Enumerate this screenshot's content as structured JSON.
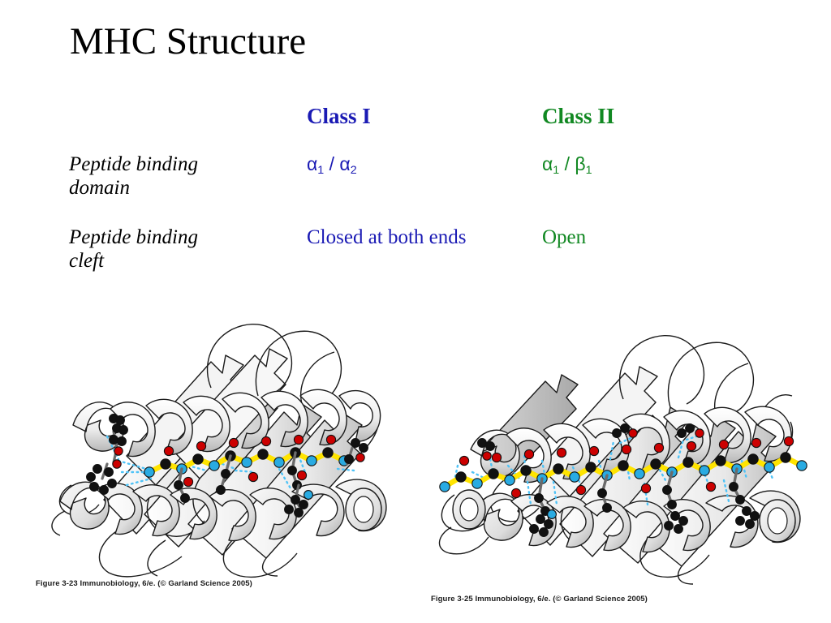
{
  "slide": {
    "title": "MHC Structure",
    "background_color": "#ffffff"
  },
  "palette": {
    "class_i_color": "#1a1ab4",
    "class_ii_color": "#118822",
    "label_color": "#000000",
    "ribbon_fill": "#f2f2f2",
    "ribbon_shade": "#c9c9c9",
    "ribbon_stroke": "#1a1a1a",
    "peptide_bond": "#ffe400",
    "atom_carbon": "#111111",
    "atom_oxygen": "#cc0000",
    "atom_nitrogen": "#29abe2",
    "hydrogen_bond": "#4fc3f7"
  },
  "table": {
    "columns": [
      {
        "key": "label",
        "header": ""
      },
      {
        "key": "class_i",
        "header": "Class I"
      },
      {
        "key": "class_ii",
        "header": "Class II"
      }
    ],
    "headers": {
      "class_i": "Class I",
      "class_ii": "Class II"
    },
    "rows": [
      {
        "label": "Peptide binding domain",
        "label_line1": "Peptide binding",
        "label_line2": "domain",
        "class_i": "α1 / α2",
        "class_i_parts": [
          "α",
          "1",
          " / ",
          "α",
          "2"
        ],
        "class_ii": "α1 / β1",
        "class_ii_parts": [
          "α",
          "1",
          " / ",
          "β",
          "1"
        ],
        "value_style": "greek"
      },
      {
        "label": "Peptide binding cleft",
        "label_line1": "Peptide binding",
        "label_line2": "cleft",
        "class_i": "Closed at both ends",
        "class_ii": "Open",
        "value_style": "text"
      }
    ]
  },
  "figures": [
    {
      "id": "class-i",
      "caption": "Figure 3-23  Immunobiology, 6/e. (© Garland Science 2005)",
      "alt": "MHC class I peptide-binding groove ribbon diagram with bound peptide",
      "description": "Two alpha helices above an eight-stranded beta sheet platform; short peptide buried in a closed cleft, hydrogen bonds shown as cyan dotted lines to both peptide termini."
    },
    {
      "id": "class-ii",
      "caption": "Figure 3-25  Immunobiology, 6/e. (© Garland Science 2005)",
      "alt": "MHC class II peptide-binding groove ribbon diagram with bound peptide",
      "description": "Two alpha helices above a beta sheet platform; longer peptide extending out of both open ends of the cleft, with many cyan dotted hydrogen bonds along its length."
    }
  ]
}
